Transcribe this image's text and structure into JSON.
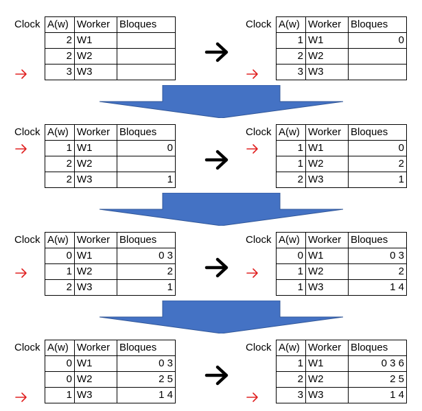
{
  "headers": {
    "clock": "Clock",
    "aw": "A(w)",
    "worker": "Worker",
    "bloques": "Bloques"
  },
  "colors": {
    "accent_blue": "#4472C4",
    "blue_stroke": "#2F5597",
    "marker_red": "#E02020"
  },
  "icons": {
    "step": "right-arrow-icon",
    "marker": "red-arrow-icon",
    "transition": "down-arrow-icon"
  },
  "panels": [
    {
      "rows": [
        {
          "aw": "2",
          "worker": "W1",
          "bloques": ""
        },
        {
          "aw": "2",
          "worker": "W2",
          "bloques": ""
        },
        {
          "aw": "3",
          "worker": "W3",
          "bloques": ""
        }
      ],
      "marker_row": 3
    },
    {
      "rows": [
        {
          "aw": "1",
          "worker": "W1",
          "bloques": "0"
        },
        {
          "aw": "2",
          "worker": "W2",
          "bloques": ""
        },
        {
          "aw": "3",
          "worker": "W3",
          "bloques": ""
        }
      ],
      "marker_row": 3
    },
    {
      "rows": [
        {
          "aw": "1",
          "worker": "W1",
          "bloques": "0"
        },
        {
          "aw": "2",
          "worker": "W2",
          "bloques": ""
        },
        {
          "aw": "2",
          "worker": "W3",
          "bloques": "1"
        }
      ],
      "marker_row": 1
    },
    {
      "rows": [
        {
          "aw": "1",
          "worker": "W1",
          "bloques": "0"
        },
        {
          "aw": "1",
          "worker": "W2",
          "bloques": "2"
        },
        {
          "aw": "2",
          "worker": "W3",
          "bloques": "1"
        }
      ],
      "marker_row": 1
    },
    {
      "rows": [
        {
          "aw": "0",
          "worker": "W1",
          "bloques": "0 3"
        },
        {
          "aw": "1",
          "worker": "W2",
          "bloques": "2"
        },
        {
          "aw": "2",
          "worker": "W3",
          "bloques": "1"
        }
      ],
      "marker_row": 2
    },
    {
      "rows": [
        {
          "aw": "0",
          "worker": "W1",
          "bloques": "0 3"
        },
        {
          "aw": "1",
          "worker": "W2",
          "bloques": "2"
        },
        {
          "aw": "1",
          "worker": "W3",
          "bloques": "1 4"
        }
      ],
      "marker_row": 2
    },
    {
      "rows": [
        {
          "aw": "0",
          "worker": "W1",
          "bloques": "0 3"
        },
        {
          "aw": "0",
          "worker": "W2",
          "bloques": "2 5"
        },
        {
          "aw": "1",
          "worker": "W3",
          "bloques": "1 4"
        }
      ],
      "marker_row": 3
    },
    {
      "rows": [
        {
          "aw": "1",
          "worker": "W1",
          "bloques": "0 3 6"
        },
        {
          "aw": "2",
          "worker": "W2",
          "bloques": "2 5"
        },
        {
          "aw": "3",
          "worker": "W3",
          "bloques": "1 4"
        }
      ],
      "marker_row": 3
    }
  ]
}
